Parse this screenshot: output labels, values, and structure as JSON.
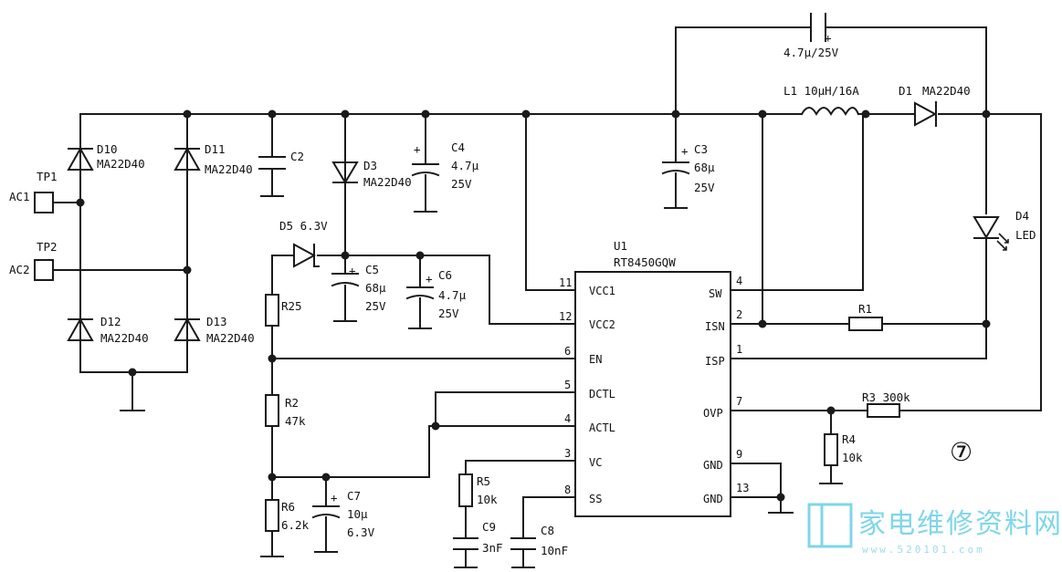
{
  "chip": {
    "ref": "U1",
    "part": "RT8450GQW",
    "left_pins": [
      {
        "num": "11",
        "name": "VCC1"
      },
      {
        "num": "12",
        "name": "VCC2"
      },
      {
        "num": "6",
        "name": "EN"
      },
      {
        "num": "5",
        "name": "DCTL"
      },
      {
        "num": "4",
        "name": "ACTL"
      },
      {
        "num": "3",
        "name": "VC"
      },
      {
        "num": "8",
        "name": "SS"
      }
    ],
    "right_pins": [
      {
        "num": "4",
        "name": "SW"
      },
      {
        "num": "2",
        "name": "ISN"
      },
      {
        "num": "1",
        "name": "ISP"
      },
      {
        "num": "7",
        "name": "OVP"
      },
      {
        "num": "9",
        "name": "GND"
      },
      {
        "num": "13",
        "name": "GND"
      }
    ]
  },
  "bridge": {
    "tp1": "TP1",
    "ac1": "AC1",
    "tp2": "TP2",
    "ac2": "AC2",
    "d10": {
      "ref": "D10",
      "part": "MA22D40"
    },
    "d11": {
      "ref": "D11",
      "part": "MA22D40"
    },
    "d12": {
      "ref": "D12",
      "part": "MA22D40"
    },
    "d13": {
      "ref": "D13",
      "part": "MA22D40"
    }
  },
  "components": {
    "c2": "C2",
    "d3": {
      "ref": "D3",
      "part": "MA22D40"
    },
    "c4": {
      "ref": "C4",
      "value": "4.7μ",
      "volt": "25V"
    },
    "c3": {
      "ref": "C3",
      "value": "68μ",
      "volt": "25V"
    },
    "c_top": "4.7μ/25V",
    "l1": "L1 10μH/16A",
    "d1": {
      "ref": "D1",
      "part": "MA22D40"
    },
    "d4": {
      "ref": "D4",
      "part": "LED"
    },
    "d5": "D5 6.3V",
    "c5": {
      "ref": "C5",
      "value": "68μ",
      "volt": "25V"
    },
    "c6": {
      "ref": "C6",
      "value": "4.7μ",
      "volt": "25V"
    },
    "r25": "R25",
    "r2": {
      "ref": "R2",
      "value": "47k"
    },
    "r6": {
      "ref": "R6",
      "value": "6.2k"
    },
    "c7": {
      "ref": "C7",
      "value": "10μ",
      "volt": "6.3V"
    },
    "r5": {
      "ref": "R5",
      "value": "10k"
    },
    "c9": {
      "ref": "C9",
      "value": "3nF"
    },
    "c8": {
      "ref": "C8",
      "value": "10nF"
    },
    "r1": "R1",
    "r3": "R3 300k",
    "r4": {
      "ref": "R4",
      "value": "10k"
    }
  },
  "figure_number": "⑦",
  "watermark": {
    "text": "家电维修资料网",
    "url": "www.520101.com"
  }
}
